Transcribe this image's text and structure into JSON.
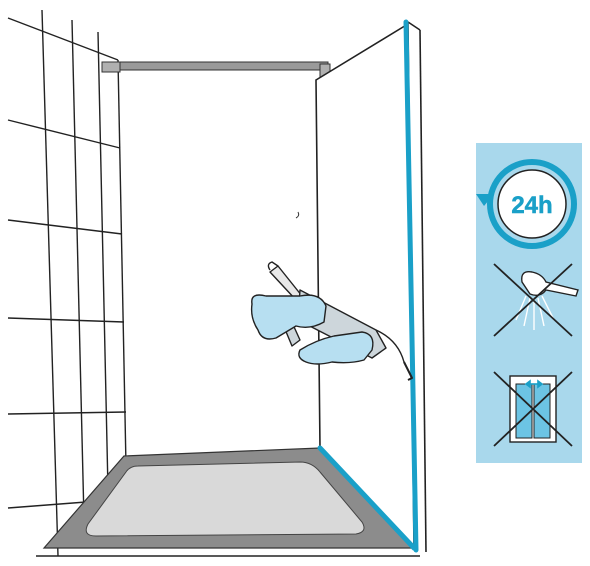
{
  "panel": {
    "cure_time_label": "24h",
    "accent_color": "#1aa0c8",
    "panel_bg_color": "#a9d8ec",
    "icons": [
      "clock-24h-icon",
      "no-shower-icon",
      "no-door-sliding-icon"
    ]
  },
  "scene": {
    "description_icons": [
      "tile-wall",
      "shower-tray",
      "glass-panel",
      "caulking-gun",
      "gloved-hands",
      "silicone-seal"
    ],
    "seal_color": "#1aa0c8",
    "tray_color": "#8c8c8c"
  }
}
